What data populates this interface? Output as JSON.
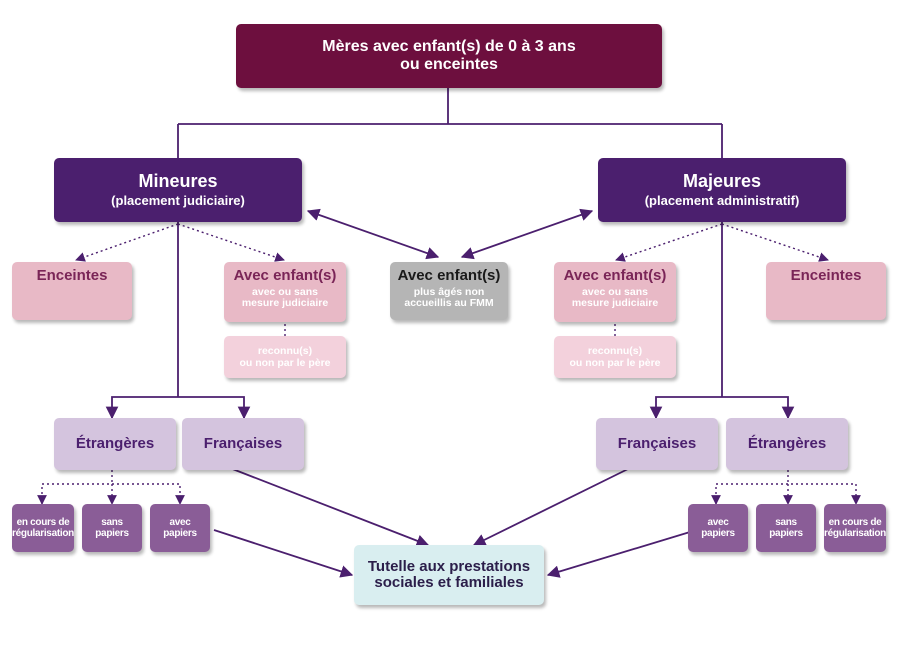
{
  "colors": {
    "title_bg": "#6d0f3e",
    "category_bg": "#4b1f6e",
    "pink_bg": "#e8b9c6",
    "pink_text": "#7a2557",
    "grey_bg": "#b5b5b5",
    "lavender_bg": "#d4c4de",
    "small_bg": "#8a5d97",
    "teal_bg": "#d9eef0",
    "line": "#4b1f6e"
  },
  "title": {
    "line1": "Mères avec enfant(s) de 0 à 3 ans",
    "line2": "ou enceintes"
  },
  "minors": {
    "label": "Mineures",
    "sub": "(placement judiciaire)"
  },
  "majors": {
    "label": "Majeures",
    "sub": "(placement administratif)"
  },
  "left": {
    "pregnant": "Enceintes",
    "with_children": {
      "label": "Avec enfant(s)",
      "sub1": "avec ou sans",
      "sub2": "mesure judiciaire"
    },
    "recognized": {
      "line1": "reconnu(s)",
      "line2": "ou non par le père"
    },
    "foreign": "Étrangères",
    "french": "Françaises",
    "status": [
      {
        "line1": "en cours de",
        "line2": "régularisation"
      },
      {
        "line1": "sans",
        "line2": "papiers"
      },
      {
        "line1": "avec",
        "line2": "papiers"
      }
    ]
  },
  "center": {
    "label": "Avec enfant(s)",
    "sub1": "plus âgés non",
    "sub2": "accueillis au FMM"
  },
  "right": {
    "pregnant": "Enceintes",
    "with_children": {
      "label": "Avec enfant(s)",
      "sub1": "avec ou sans",
      "sub2": "mesure judiciaire"
    },
    "recognized": {
      "line1": "reconnu(s)",
      "line2": "ou non par le père"
    },
    "french": "Françaises",
    "foreign": "Étrangères",
    "status": [
      {
        "line1": "avec",
        "line2": "papiers"
      },
      {
        "line1": "sans",
        "line2": "papiers"
      },
      {
        "line1": "en cours de",
        "line2": "régularisation"
      }
    ]
  },
  "guardianship": {
    "line1": "Tutelle aux prestations",
    "line2": "sociales et familiales"
  }
}
